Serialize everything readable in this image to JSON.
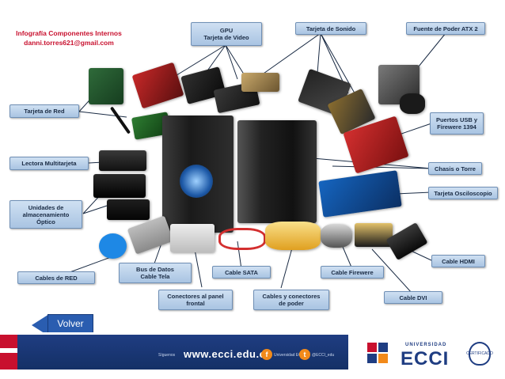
{
  "credit": {
    "title": "Infografía Componentes Internos",
    "email": "danni.torres621@gmail.com"
  },
  "labels": {
    "gpu": "GPU\nTarjeta de Video",
    "sound": "Tarjeta de Sonido",
    "psu": "Fuente de Poder ATX 2",
    "network": "Tarjeta de Red",
    "usb": "Puertos USB y\nFirewere 1394",
    "card_reader": "Lectora Multitarjeta",
    "chassis": "Chasis o Torre",
    "oscilloscope": "Tarjeta Osciloscopio",
    "optical": "Unidades de\nalmacenamiento\nÓptico",
    "net_cables": "Cables de RED",
    "ribbon": "Bus de Datos\nCable Tela",
    "sata": "Cable SATA",
    "firewire": "Cable Firewere",
    "hdmi": "Cable HDMI",
    "front_panel": "Conectores al panel\nfrontal",
    "power_cables": "Cables y conectores\nde poder",
    "dvi": "Cable DVI"
  },
  "nav": {
    "back": "Volver"
  },
  "footer": {
    "follow": "Síguenos",
    "website": "www.ecci.edu.co",
    "facebook": "Universidad ECCI",
    "twitter": "@ECCI_edu",
    "university": "UNIVERSIDAD",
    "brand": "ECCI",
    "seal": "CERTIFICADO"
  },
  "colors": {
    "label_bg": "#b7cde8",
    "footer_bar": "#1f3d82",
    "accent_red": "#c8102e",
    "accent_orange": "#f28a1a"
  }
}
